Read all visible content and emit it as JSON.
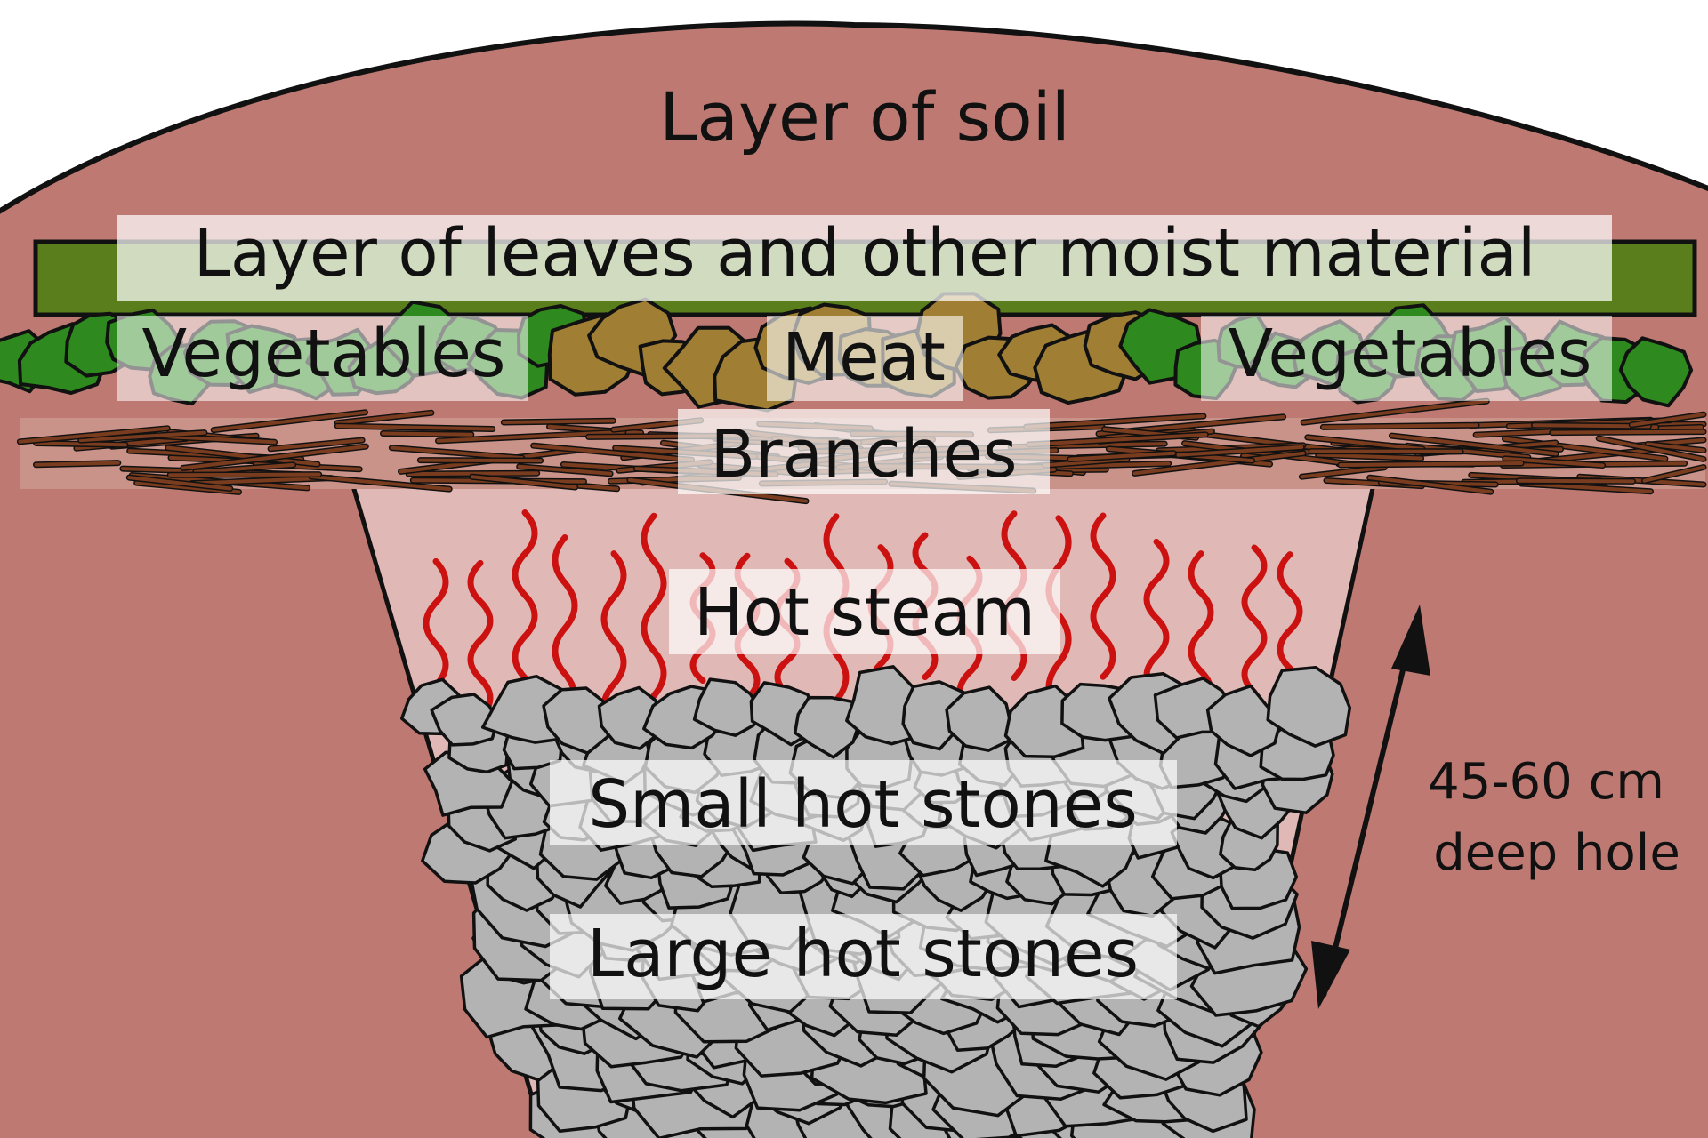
{
  "diagram": {
    "labels": {
      "soil": "Layer of soil",
      "leaves": "Layer of leaves and other moist material",
      "vegetables_left": "Vegetables",
      "meat": "Meat",
      "vegetables_right": "Vegetables",
      "branches": "Branches",
      "steam": "Hot steam",
      "small_stones": "Small hot stones",
      "large_stones": "Large hot stones",
      "depth_line1": "45-60 cm",
      "depth_line2": "deep hole"
    },
    "colors": {
      "soil": "#be7a72",
      "pit": "#e0b9b6",
      "leaf_layer": "#5a7e1c",
      "vegetables": "#2e8a1e",
      "meat": "#a07f34",
      "branches": "#7a3c1e",
      "steam": "#cc1111",
      "stones": "#b3b3b3",
      "outline": "#111111"
    }
  }
}
